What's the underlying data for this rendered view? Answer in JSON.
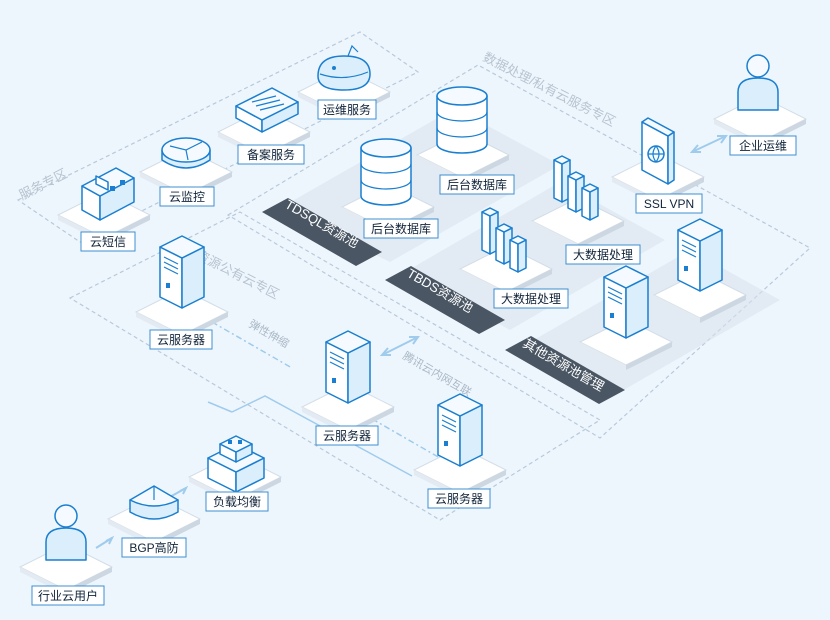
{
  "colors": {
    "background": "#eef6fd",
    "accent": "#1a7fd0",
    "pool_band": "#4a5663",
    "zone_text": "#b7c4d0",
    "link_line": "#9fcbed"
  },
  "zones": {
    "service": "服务专区",
    "elastic": "弹性资源公有云专区",
    "data": "数据处理/私有云服务专区"
  },
  "pools": {
    "tdsql": "TDSQL资源池",
    "tbds": "TBDS资源池",
    "other": "其他资源池管理"
  },
  "nodes": {
    "cloud_sms": "云短信",
    "cloud_monitor": "云监控",
    "icp_service": "备案服务",
    "ops_service": "运维服务",
    "backend_db_1": "后台数据库",
    "backend_db_2": "后台数据库",
    "big_data_1": "大数据处理",
    "big_data_2": "大数据处理",
    "ssl_vpn": "SSL VPN",
    "enterprise_ops": "企业运维",
    "cloud_server_1": "云服务器",
    "cloud_server_2": "云服务器",
    "cloud_server_3": "云服务器",
    "load_balance": "负载均衡",
    "bgp_defense": "BGP高防",
    "industry_user": "行业云用户"
  },
  "links": {
    "elastic_scaling": "弹性伸缩",
    "intranet": "腾讯云内网互联"
  }
}
